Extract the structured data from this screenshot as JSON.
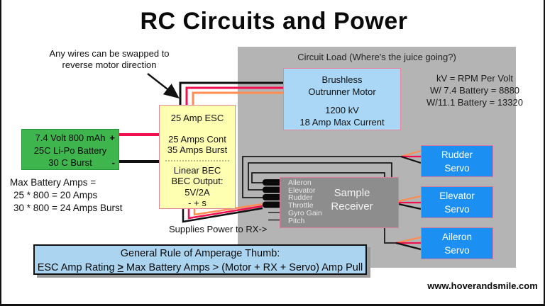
{
  "title": "RC Circuits and Power",
  "annotation": {
    "line1": "Any wires can be swapped to",
    "line2": "reverse motor direction"
  },
  "circuit_load": {
    "label": "Circuit Load (Where's the juice going?)"
  },
  "motor": {
    "line1": "Brushless",
    "line2": "Outrunner Motor",
    "line3": "1200 kV",
    "line4": "18 Amp Max Current"
  },
  "kv_note": {
    "line1": "kV = RPM Per Volt",
    "line2": "W/ 7.4 Battery = 8880",
    "line3": "W/11.1 Battery = 13320"
  },
  "battery": {
    "line1": "7.4 Volt 800 mAh",
    "line1_sign": "+",
    "line2": "25C Li-Po Battery",
    "line3": "30 C Burst",
    "line3_sign": "-"
  },
  "esc": {
    "title": "25 Amp ESC",
    "cont": "25 Amps Cont",
    "burst": "35 Amps Burst",
    "bec1": "Linear BEC",
    "bec2": "BEC Output:",
    "bec3": "5V/2A",
    "pins": "- + s"
  },
  "max_battery": {
    "line1": "Max Battery Amps =",
    "line2": "25 * 800 = 20 Amps",
    "line3": "30 * 800 = 24 Amps Burst"
  },
  "supplies_power": "Supplies Power to RX->",
  "receiver": {
    "channels": [
      "Aileron",
      "Elevator",
      "Rudder",
      "Throttle",
      "Gyro Gain",
      "Pitch"
    ],
    "name_line1": "Sample",
    "name_line2": "Receiver"
  },
  "servos": [
    {
      "line1": "Rudder",
      "line2": "Servo"
    },
    {
      "line1": "Elevator",
      "line2": "Servo"
    },
    {
      "line1": "Aileron",
      "line2": "Servo"
    }
  ],
  "rule_box": {
    "line1": "General Rule of Amperage Thumb:",
    "line2_part1": "ESC Amp Rating ",
    "line2_ge": ">",
    "line2_part2": " Max Battery Amps > (Motor + RX + Servo) Amp Pull"
  },
  "footer": {
    "url": "www.hoverandsmile.com"
  },
  "colors": {
    "wire_red": "#f0104f",
    "wire_orange": "#ff8c50",
    "wire_black": "#111111",
    "servo_blue": "#1b8ff2",
    "motor_blue": "#a9d7f5",
    "battery_green": "#3fb54e",
    "esc_yellow": "#ffffb2",
    "panel_gray": "#b4b4b4",
    "receiver_gray": "#8d8d8d",
    "rule_blue": "#abd4f0",
    "box_border_pink": "#e8849c"
  }
}
